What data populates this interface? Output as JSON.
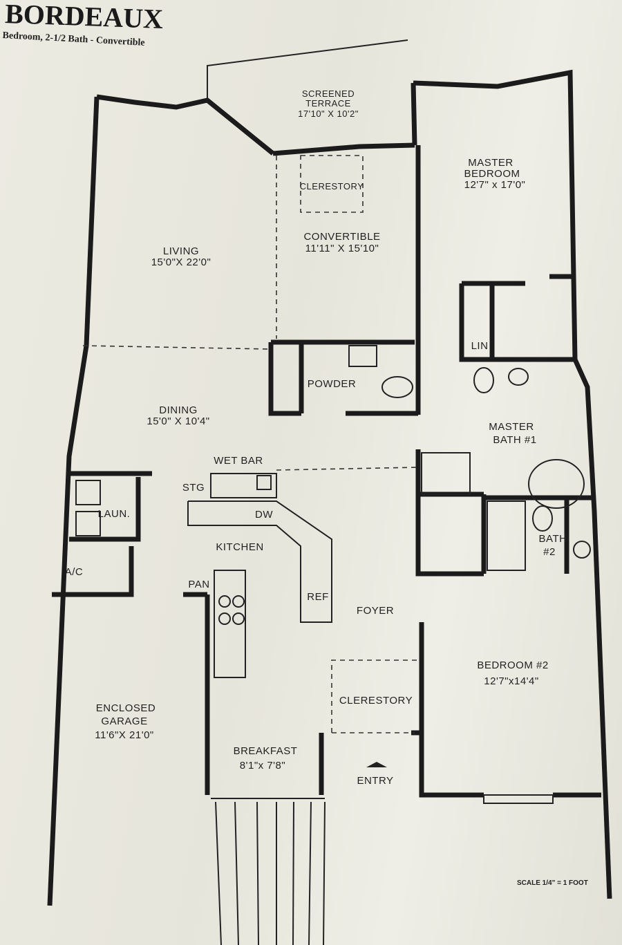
{
  "header": {
    "title": "BORDEAUX",
    "subtitle": "Bedroom, 2-1/2 Bath - Convertible"
  },
  "rooms": {
    "terrace": {
      "name": "SCREENED",
      "name2": "TERRACE",
      "size": "17'10\" X 10'2\""
    },
    "clerestory_top": {
      "name": "CLERESTORY"
    },
    "convertible": {
      "name": "CONVERTIBLE",
      "size": "11'11\" X 15'10\""
    },
    "master_bedroom": {
      "name": "MASTER",
      "name2": "BEDROOM",
      "size": "12'7\" x 17'0\""
    },
    "living": {
      "name": "LIVING",
      "size": "15'0\"X 22'0\""
    },
    "lin": {
      "name": "LIN"
    },
    "powder": {
      "name": "POWDER"
    },
    "dining": {
      "name": "DINING",
      "size": "15'0\" X 10'4\""
    },
    "master_bath": {
      "name": "MASTER",
      "name2": "BATH #1"
    },
    "wet_bar": {
      "name": "WET BAR"
    },
    "stg": {
      "name": "STG"
    },
    "laundry": {
      "name": "LAUN."
    },
    "dw": {
      "name": "DW"
    },
    "kitchen": {
      "name": "KITCHEN"
    },
    "bath2": {
      "name": "BATH",
      "name2": "#2"
    },
    "ac": {
      "name": "A/C"
    },
    "pan": {
      "name": "PAN"
    },
    "ref": {
      "name": "REF"
    },
    "foyer": {
      "name": "FOYER"
    },
    "bedroom2": {
      "name": "BEDROOM #2",
      "size": "12'7\"x14'4\""
    },
    "garage": {
      "name": "ENCLOSED",
      "name2": "GARAGE",
      "size": "11'6\"X 21'0\""
    },
    "clerestory_entry": {
      "name": "CLERESTORY"
    },
    "breakfast": {
      "name": "BREAKFAST",
      "size": "8'1\"x 7'8\""
    },
    "entry": {
      "name": "ENTRY"
    }
  },
  "footer": {
    "scale": "SCALE 1/4\" = 1 FOOT"
  }
}
